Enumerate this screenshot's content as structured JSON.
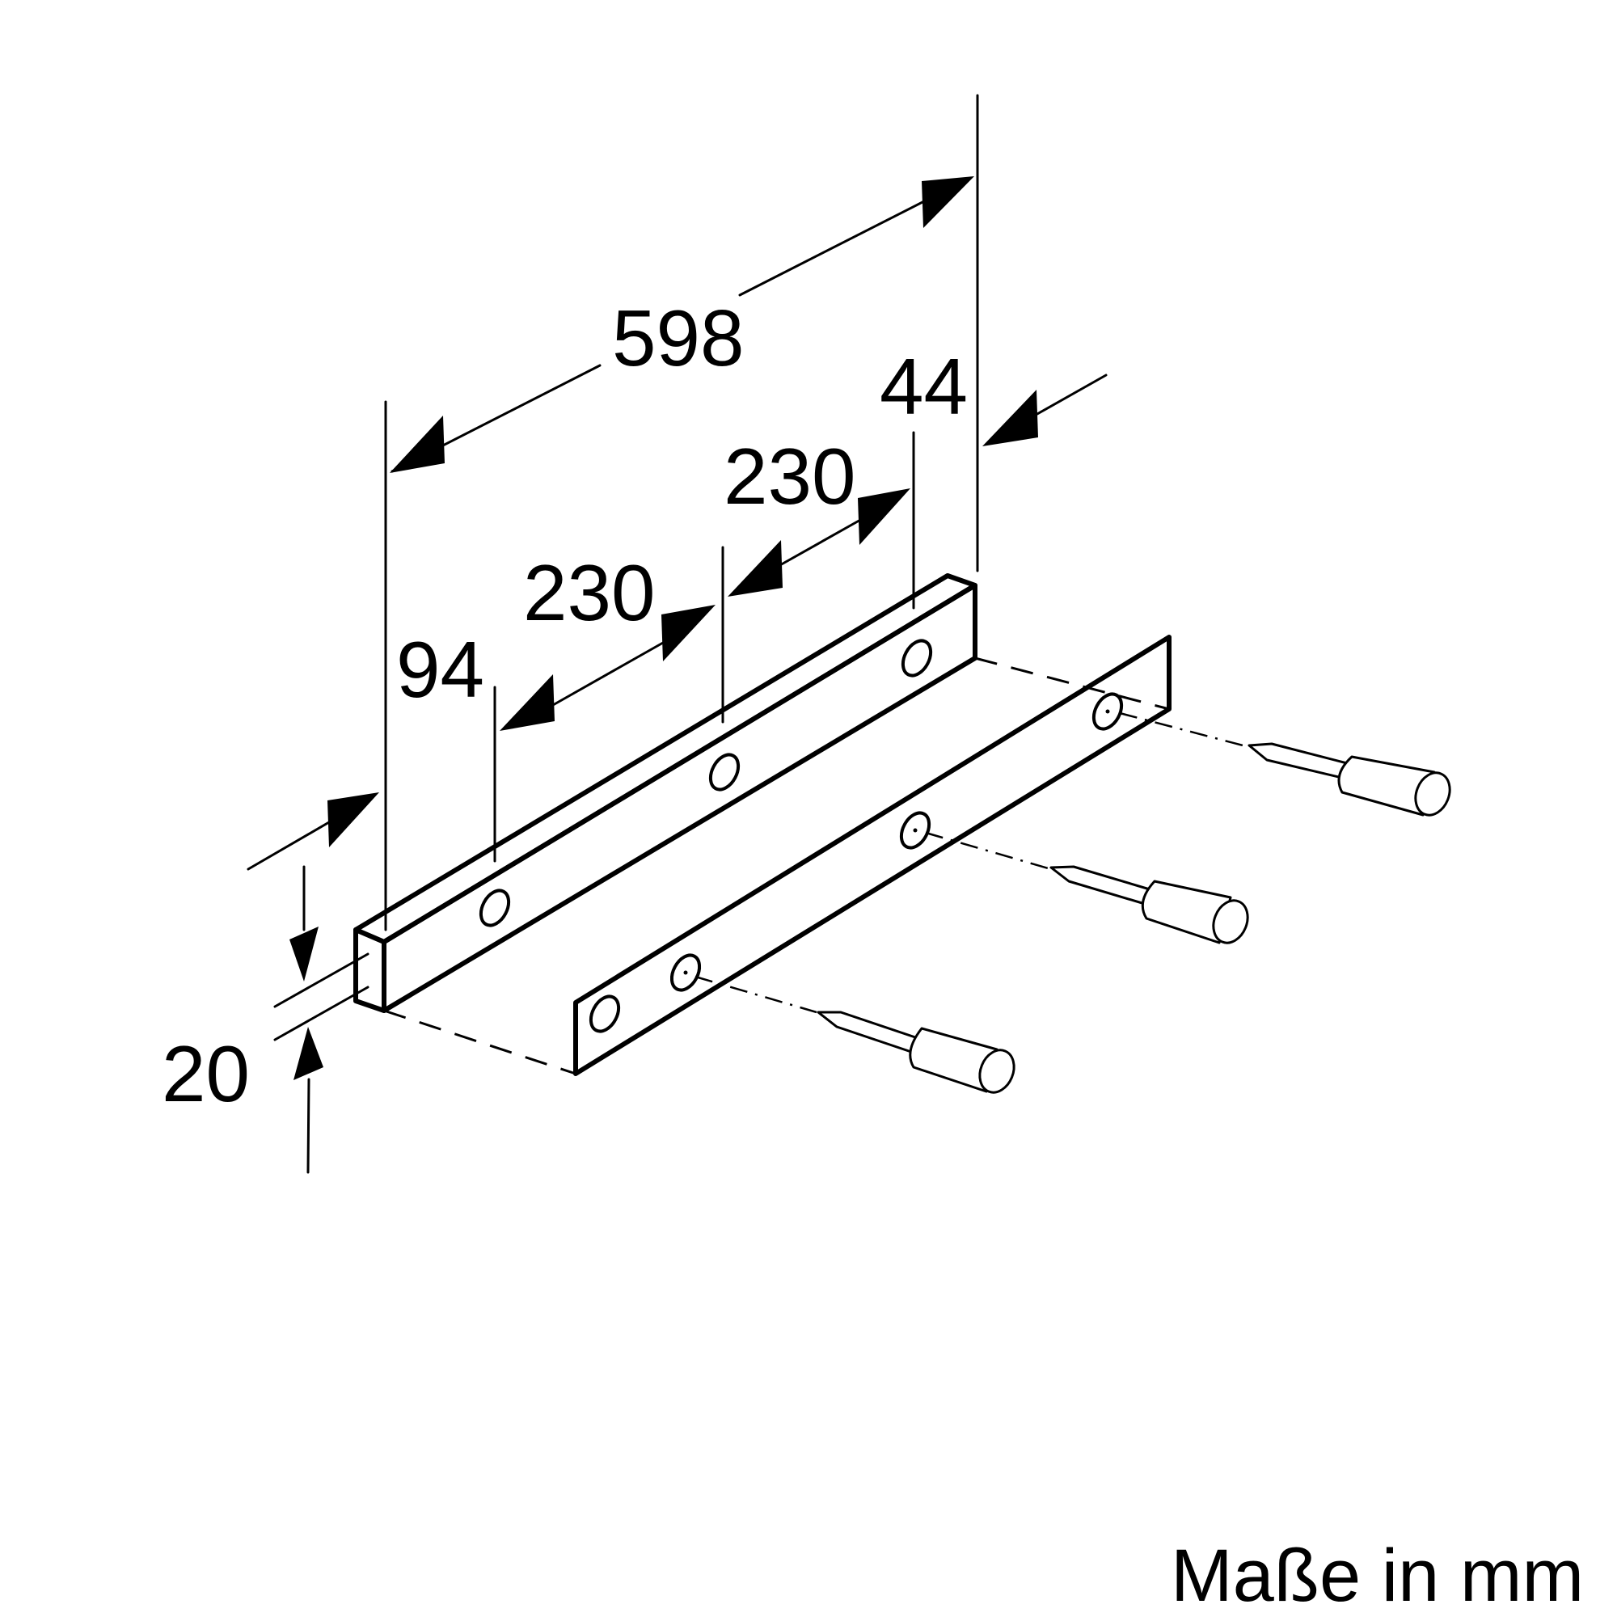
{
  "diagram": {
    "dimensions": {
      "overall_length": "598",
      "depth": "44",
      "hole_spacing_1": "230",
      "hole_spacing_2": "230",
      "end_offset": "94",
      "height": "20"
    },
    "unit_note": "Maße in mm"
  }
}
